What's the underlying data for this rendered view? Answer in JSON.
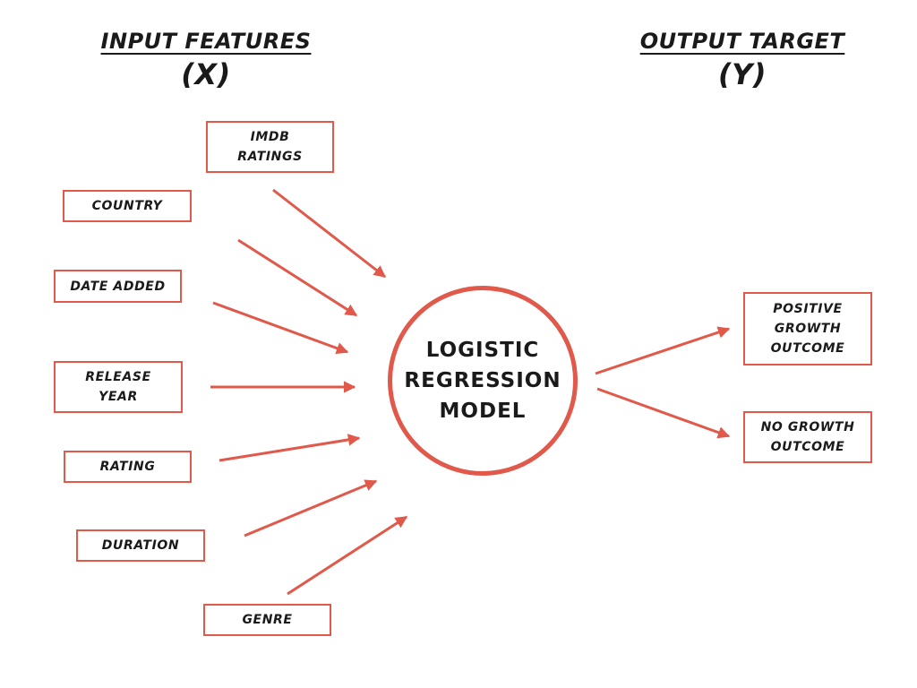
{
  "headings": {
    "input_title": "INPUT FEATURES",
    "input_var": "(X)",
    "output_title": "OUTPUT TARGET",
    "output_var": "(Y)"
  },
  "inputs": [
    "IMDB\nRATINGS",
    "COUNTRY",
    "DATE ADDED",
    "RELEASE\nYEAR",
    "RATING",
    "DURATION",
    "GENRE"
  ],
  "model": {
    "label": "LOGISTIC\nREGRESSION\nMODEL"
  },
  "outputs": [
    "POSITIVE\nGROWTH\nOUTCOME",
    "NO GROWTH\nOUTCOME"
  ],
  "colors": {
    "accent": "#e0594a",
    "text": "#1a1a1a",
    "background": "#ffffff"
  }
}
